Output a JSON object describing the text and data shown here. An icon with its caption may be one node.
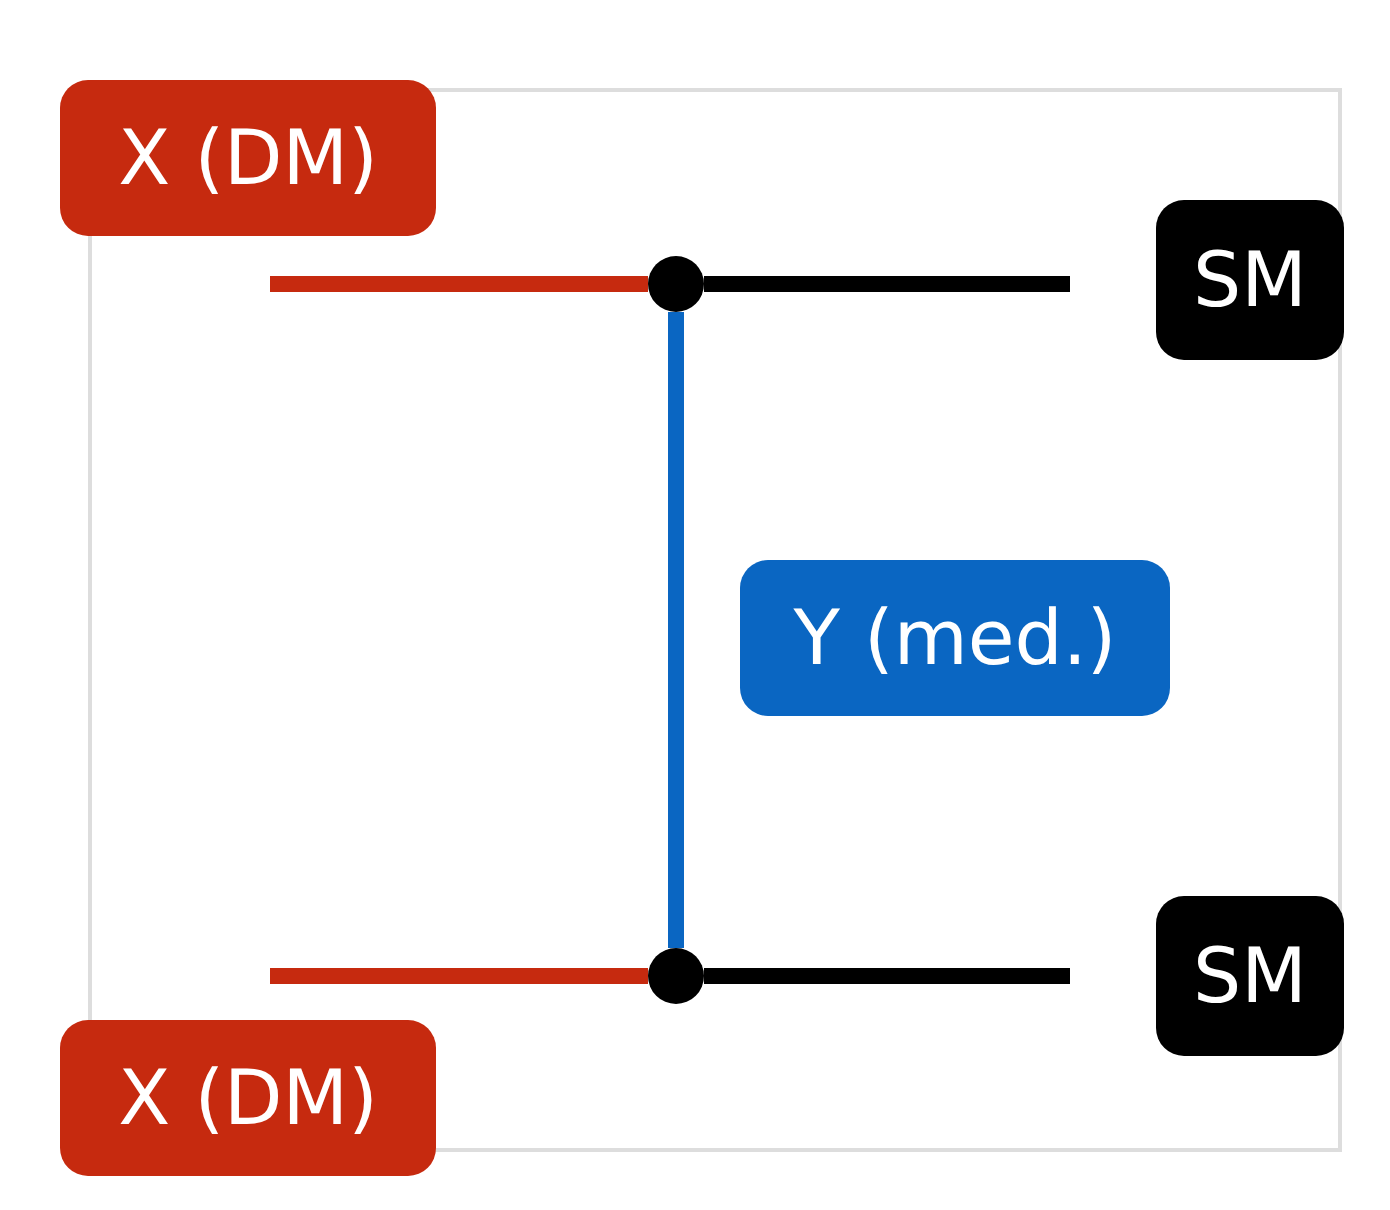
{
  "diagram": {
    "nodes": [
      {
        "text": [
          "X (DM)"
        ]
      },
      {
        "text": [],
        "shape": "circle"
      },
      {
        "text": [
          "SM"
        ]
      },
      {
        "text": [
          "Y (med.)"
        ]
      },
      {
        "text": [],
        "shape": "circle"
      },
      {
        "text": [
          "X (DM)"
        ]
      },
      {
        "text": [
          "SM"
        ]
      }
    ],
    "edges": [
      {
        "from": null,
        "to": 1,
        "arrow": "none",
        "color": "#c62a0f"
      },
      {
        "from": 1,
        "to": null,
        "arrow": "none",
        "color": "#000000"
      },
      {
        "from": 1,
        "to": 4,
        "arrow": "none",
        "color": "#0a66c2"
      },
      {
        "from": null,
        "to": 4,
        "arrow": "none",
        "color": "#c62a0f"
      },
      {
        "from": 4,
        "to": null,
        "arrow": "none",
        "color": "#000000"
      }
    ]
  }
}
